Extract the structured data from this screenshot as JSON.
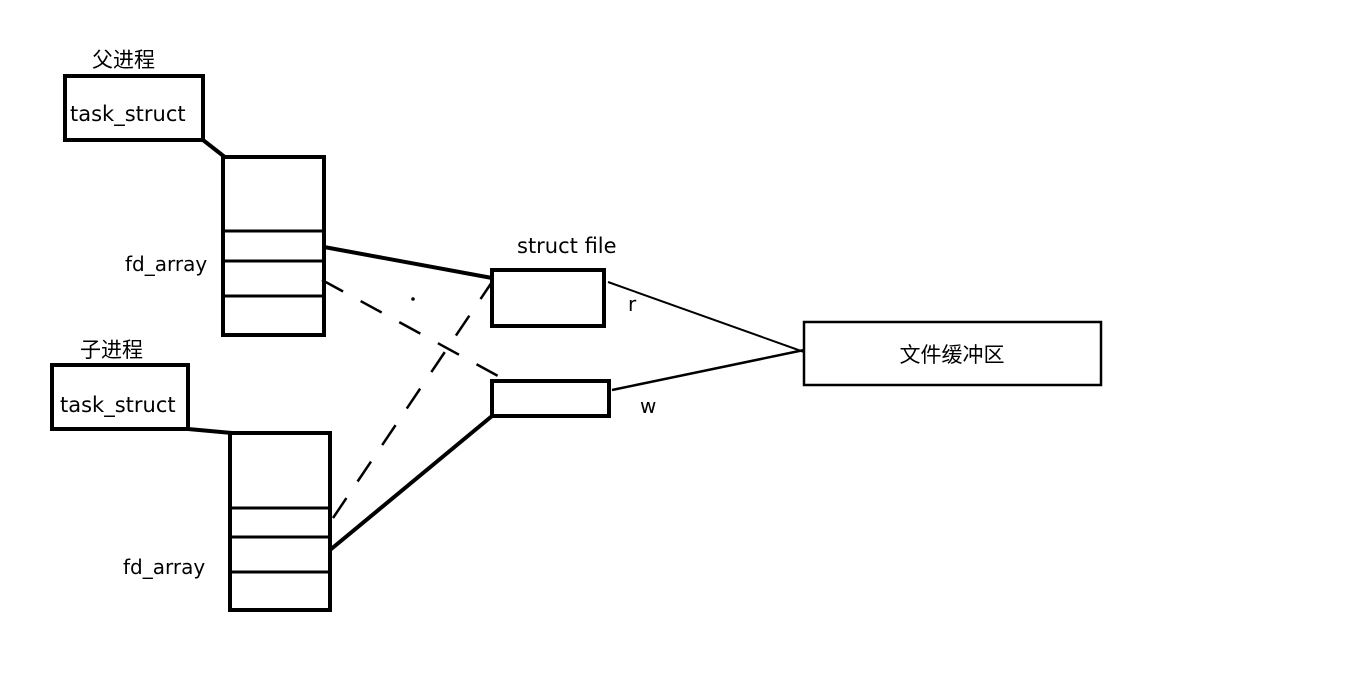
{
  "parent": {
    "title": "父进程",
    "task_struct": "task_struct",
    "fd_array": "fd_array"
  },
  "child": {
    "title": "子进程",
    "task_struct": "task_struct",
    "fd_array": "fd_array"
  },
  "file": {
    "title": "struct file",
    "read_label": "r",
    "write_label": "w"
  },
  "buffer": {
    "label": "文件缓冲区"
  },
  "colors": {
    "stroke": "#000000",
    "background": "#ffffff"
  }
}
